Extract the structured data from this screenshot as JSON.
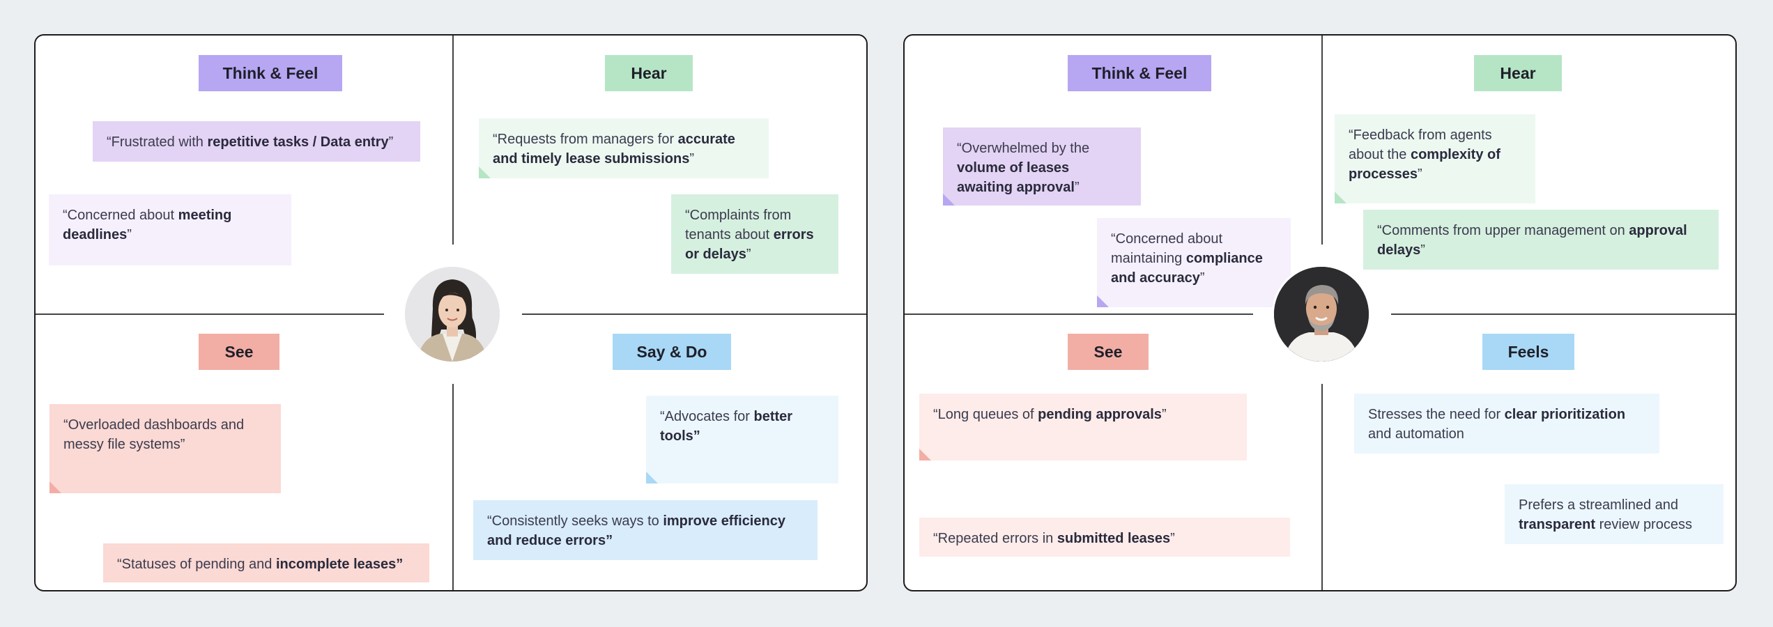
{
  "maps": [
    {
      "think_feel": {
        "label": "Think & Feel",
        "notes": [
          {
            "pre": "“Frustrated with ",
            "bold": "repetitive tasks / Data entry",
            "post": "”"
          },
          {
            "pre": "“Concerned about ",
            "bold": "meeting deadlines",
            "post": "”"
          }
        ]
      },
      "hear": {
        "label": "Hear",
        "notes": [
          {
            "pre": "“Requests from managers for ",
            "bold": "accurate and timely lease submissions",
            "post": "”"
          },
          {
            "pre": "“Complaints from tenants about ",
            "bold": "errors or delays",
            "post": "”"
          }
        ]
      },
      "see": {
        "label": "See",
        "notes": [
          {
            "pre": "“Overloaded dashboards and messy file systems”",
            "bold": "",
            "post": ""
          },
          {
            "pre": "“Statuses of pending and ",
            "bold": "incomplete leases”",
            "post": ""
          }
        ]
      },
      "say_do": {
        "label": "Say & Do",
        "notes": [
          {
            "pre": "“Advocates for ",
            "bold": "better tools”",
            "post": ""
          },
          {
            "pre": "“Consistently seeks ways to ",
            "bold": "improve efficiency and reduce errors”",
            "post": ""
          }
        ]
      }
    },
    {
      "think_feel": {
        "label": "Think & Feel",
        "notes": [
          {
            "pre": "“Overwhelmed by the ",
            "bold": "volume of leases awaiting approval",
            "post": "”"
          },
          {
            "pre": "“Concerned about maintaining ",
            "bold": "compliance and accuracy",
            "post": "”"
          }
        ]
      },
      "hear": {
        "label": "Hear",
        "notes": [
          {
            "pre": "“Feedback from agents about the ",
            "bold": "complexity of processes",
            "post": "”"
          },
          {
            "pre": "“Comments from upper management on ",
            "bold": "approval delays",
            "post": "”"
          }
        ]
      },
      "see": {
        "label": "See",
        "notes": [
          {
            "pre": "“Long queues of ",
            "bold": "pending approvals",
            "post": "”"
          },
          {
            "pre": "“Repeated errors in ",
            "bold": "submitted leases",
            "post": "”"
          }
        ]
      },
      "feels": {
        "label": "Feels",
        "notes": [
          {
            "pre": "Stresses the need for ",
            "bold": "clear prioritization",
            "post": " and automation"
          },
          {
            "pre": "Prefers a streamlined and ",
            "bold": "transparent",
            "post": " review process"
          }
        ]
      }
    }
  ],
  "colors": {
    "think_label": "#b7a6f2",
    "hear_label": "#b6e5c6",
    "see_label": "#f2aea4",
    "say_label": "#a8d8f5",
    "purple_note": "#e3d3f4",
    "purple_light": "#f6f0fd",
    "green_note": "#d6f0df",
    "green_light": "#edf8f1",
    "pink_note": "#fbd9d4",
    "pink_light": "#fdecea",
    "blue_note": "#d8ecfb",
    "blue_light": "#ecf6fd"
  }
}
